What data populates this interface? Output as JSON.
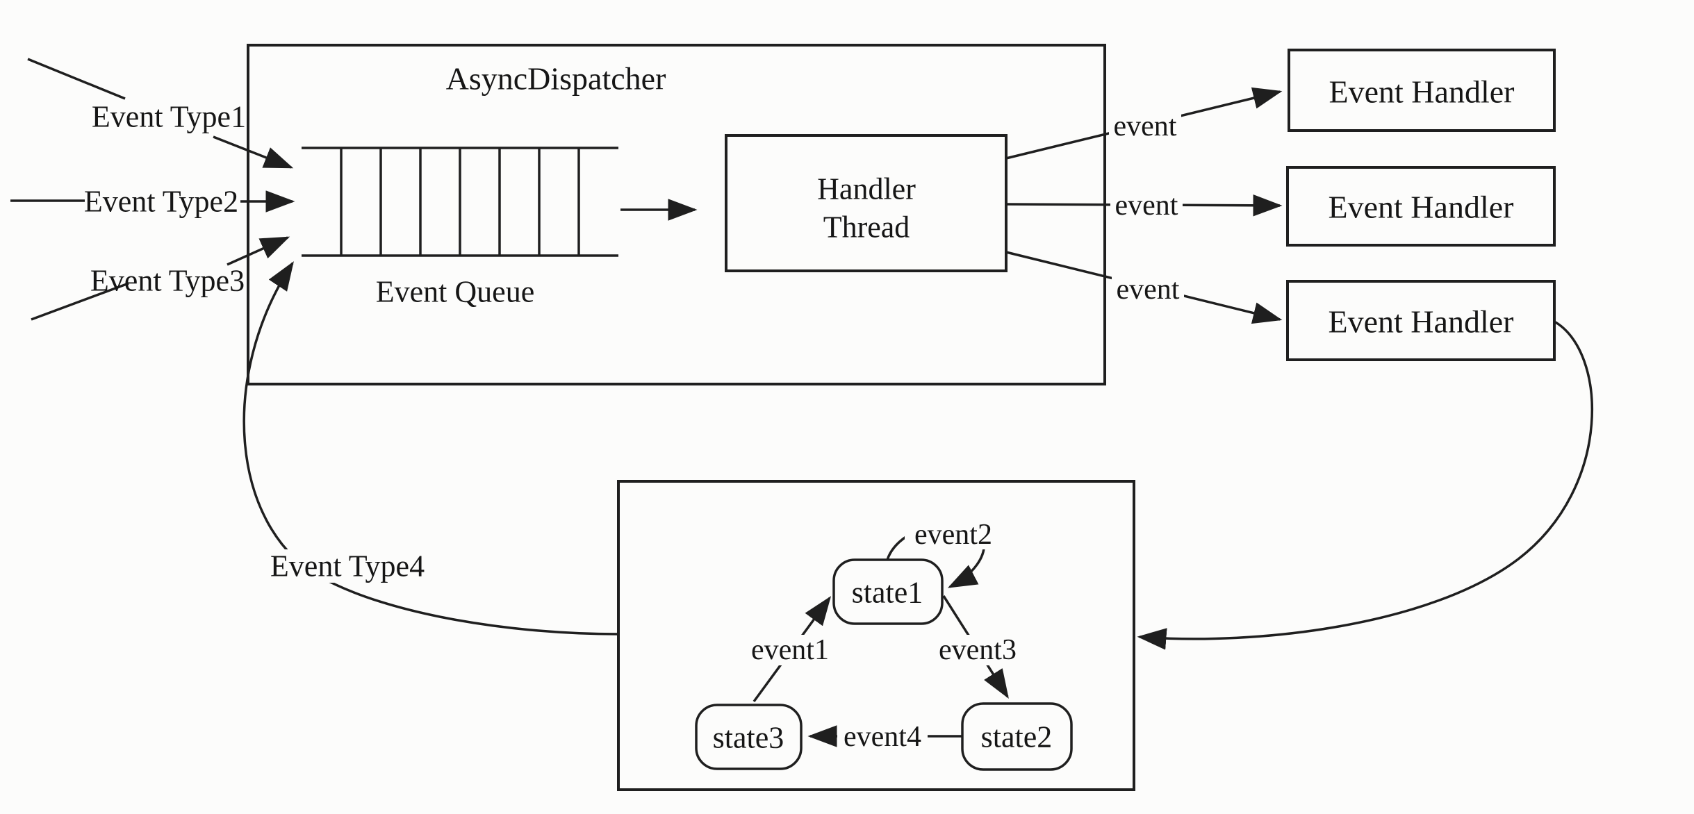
{
  "canvas": {
    "ink": "#1f1f1f",
    "paper": "#fcfcfb"
  },
  "dispatcher": {
    "title": "AsyncDispatcher",
    "queue_label": "Event Queue",
    "queue_cells": 8,
    "thread_label_line1": "Handler",
    "thread_label_line2": "Thread"
  },
  "producers": [
    {
      "label": "Event Type1"
    },
    {
      "label": "Event Type2"
    },
    {
      "label": "Event Type3"
    },
    {
      "label": "Event Type4"
    }
  ],
  "outputs": [
    {
      "label": "event"
    },
    {
      "label": "event"
    },
    {
      "label": "event"
    }
  ],
  "handlers": [
    {
      "label": "Event Handler"
    },
    {
      "label": "Event Handler"
    },
    {
      "label": "Event Handler"
    }
  ],
  "state_machine": {
    "states": [
      {
        "label": "state1"
      },
      {
        "label": "state2"
      },
      {
        "label": "state3"
      }
    ],
    "transitions": [
      {
        "label": "event1"
      },
      {
        "label": "event2"
      },
      {
        "label": "event3"
      },
      {
        "label": "event4"
      }
    ]
  }
}
